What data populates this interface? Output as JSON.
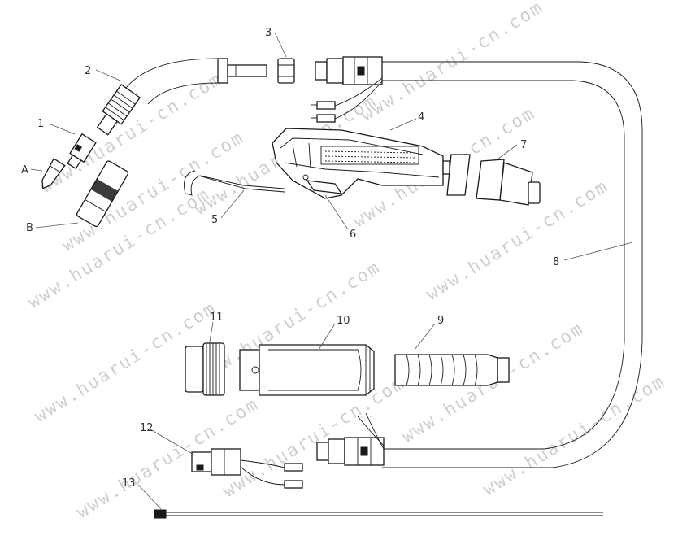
{
  "callouts": {
    "p1": "1",
    "p2": "2",
    "p3": "3",
    "p4": "4",
    "p5": "5",
    "p6": "6",
    "p7": "7",
    "p8": "8",
    "p9": "9",
    "p10": "10",
    "p11": "11",
    "p12": "12",
    "p13": "13",
    "pA": "A",
    "pB": "B"
  },
  "watermark": {
    "text": "www.huarui-cn.com"
  },
  "colors": {
    "line": "#1a1a1a",
    "watermark": "#cfcfcf",
    "background": "#ffffff"
  }
}
